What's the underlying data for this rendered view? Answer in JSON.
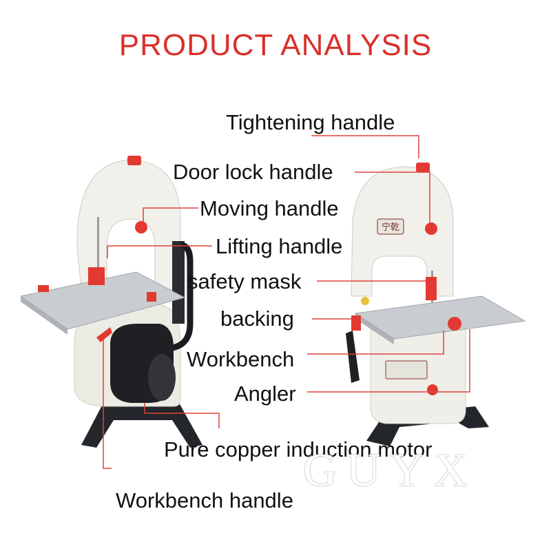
{
  "title": {
    "text": "PRODUCT ANALYSIS",
    "color": "#d9302b"
  },
  "labels": {
    "tightening_handle": "Tightening handle",
    "door_lock_handle": "Door lock handle",
    "moving_handle": "Moving handle",
    "lifting_handle": "Lifting handle",
    "safety_mask": "safety mask",
    "backing": "backing",
    "workbench": "Workbench",
    "angler": "Angler",
    "motor": "Pure copper induction motor",
    "workbench_handle": "Workbench handle"
  },
  "logo_text": "宁乾",
  "watermark": "GUYX",
  "colors": {
    "leader": "#e0413a",
    "handle": "#e23a32",
    "body": "#f1f0ea",
    "base": "#23262b"
  }
}
